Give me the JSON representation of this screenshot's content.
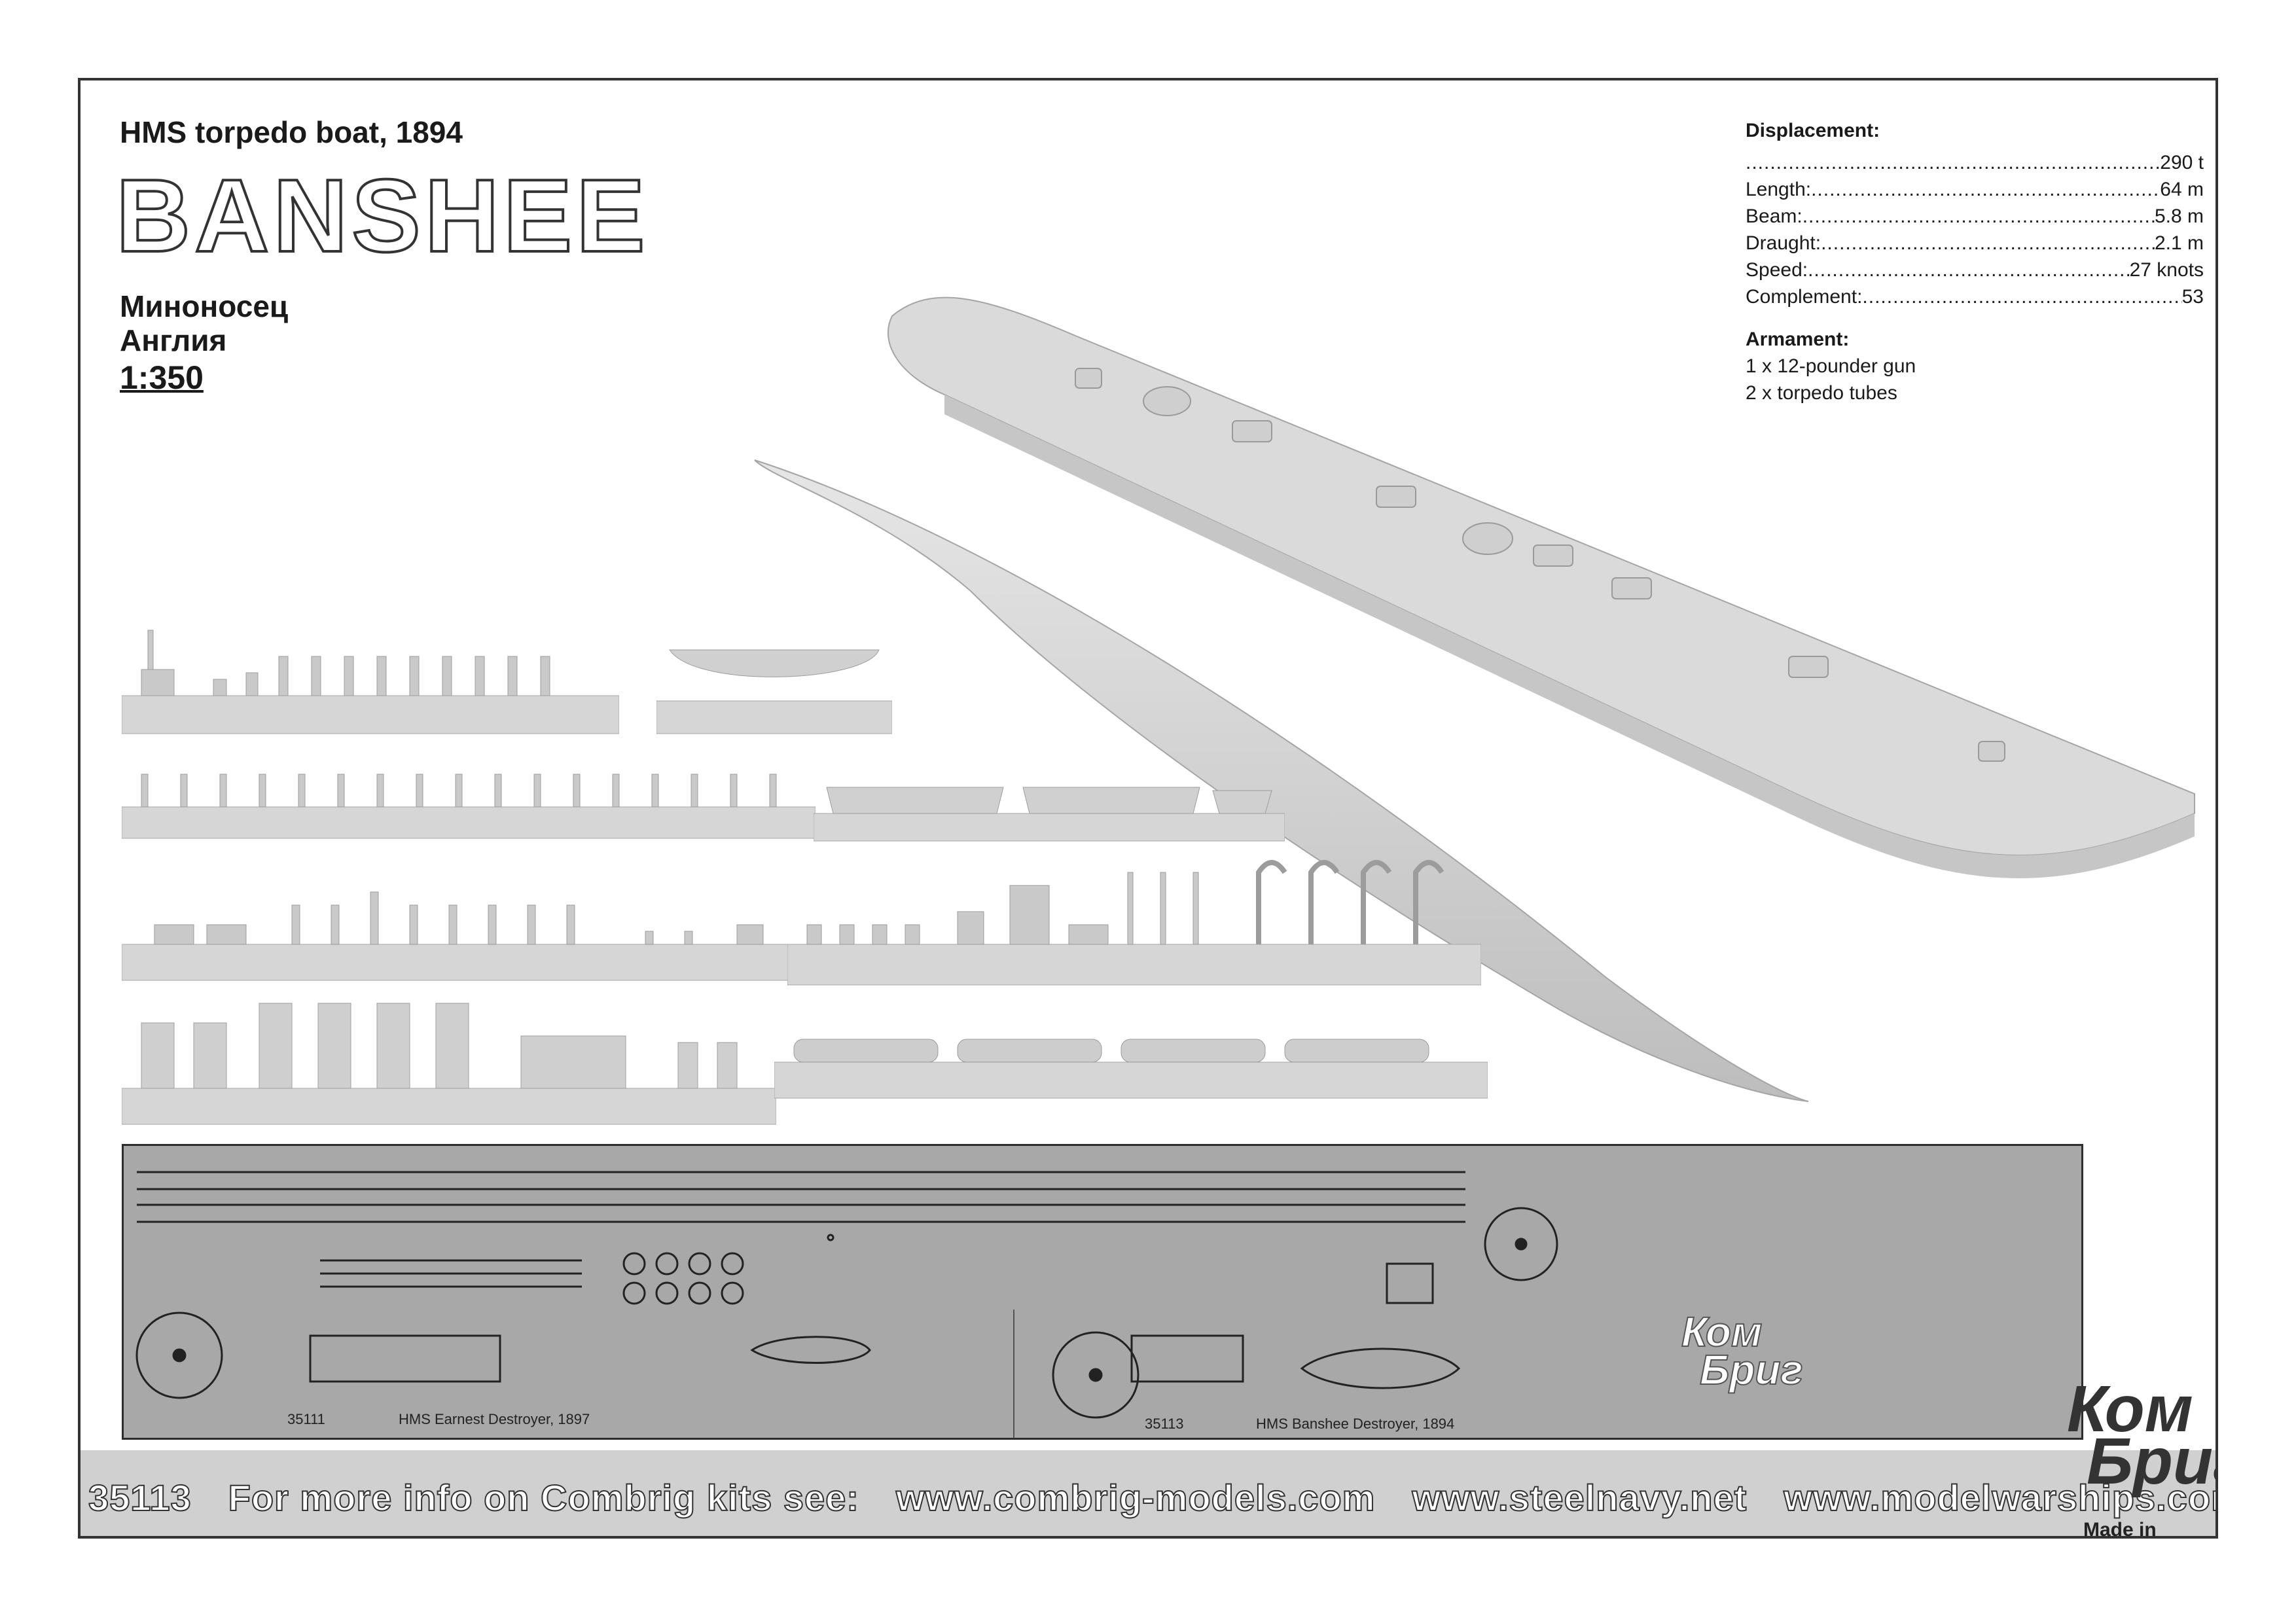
{
  "header": {
    "subtitle": "HMS torpedo boat, 1894",
    "title": "BANSHEE",
    "russian_type": "Миноносец",
    "russian_country": "Англия",
    "scale": "1:350"
  },
  "specs": {
    "displacement_heading": "Displacement:",
    "rows": [
      {
        "label": "",
        "value": "290 t"
      },
      {
        "label": "Length:",
        "value": "64 m"
      },
      {
        "label": "Beam:",
        "value": "5.8 m"
      },
      {
        "label": "Draught:",
        "value": "2.1 m"
      },
      {
        "label": "Speed:",
        "value": "27 knots"
      },
      {
        "label": "Complement:",
        "value": "53"
      }
    ],
    "armament_heading": "Armament:",
    "armament": [
      "1 x 12-pounder gun",
      "2 x torpedo tubes"
    ]
  },
  "photo_etch": {
    "left_code": "35111",
    "left_name": "HMS Earnest Destroyer, 1897",
    "right_code": "35113",
    "right_name": "HMS Banshee  Destroyer, 1894"
  },
  "footer": {
    "code": "35113",
    "info": "For more info on Combrig kits see:",
    "site1": "www.combrig-models.com",
    "site2": "www.steelnavy.net",
    "site3": "www.modelwarships.com"
  },
  "logo": {
    "line1": "Ком",
    "line2": "Бриг",
    "made_in": "Made in Russia"
  },
  "colors": {
    "resin": "#d4d4d4",
    "photo_etch_sheet": "#a8a8a8",
    "footer_band": "#d0d0d0",
    "border": "#333333"
  }
}
